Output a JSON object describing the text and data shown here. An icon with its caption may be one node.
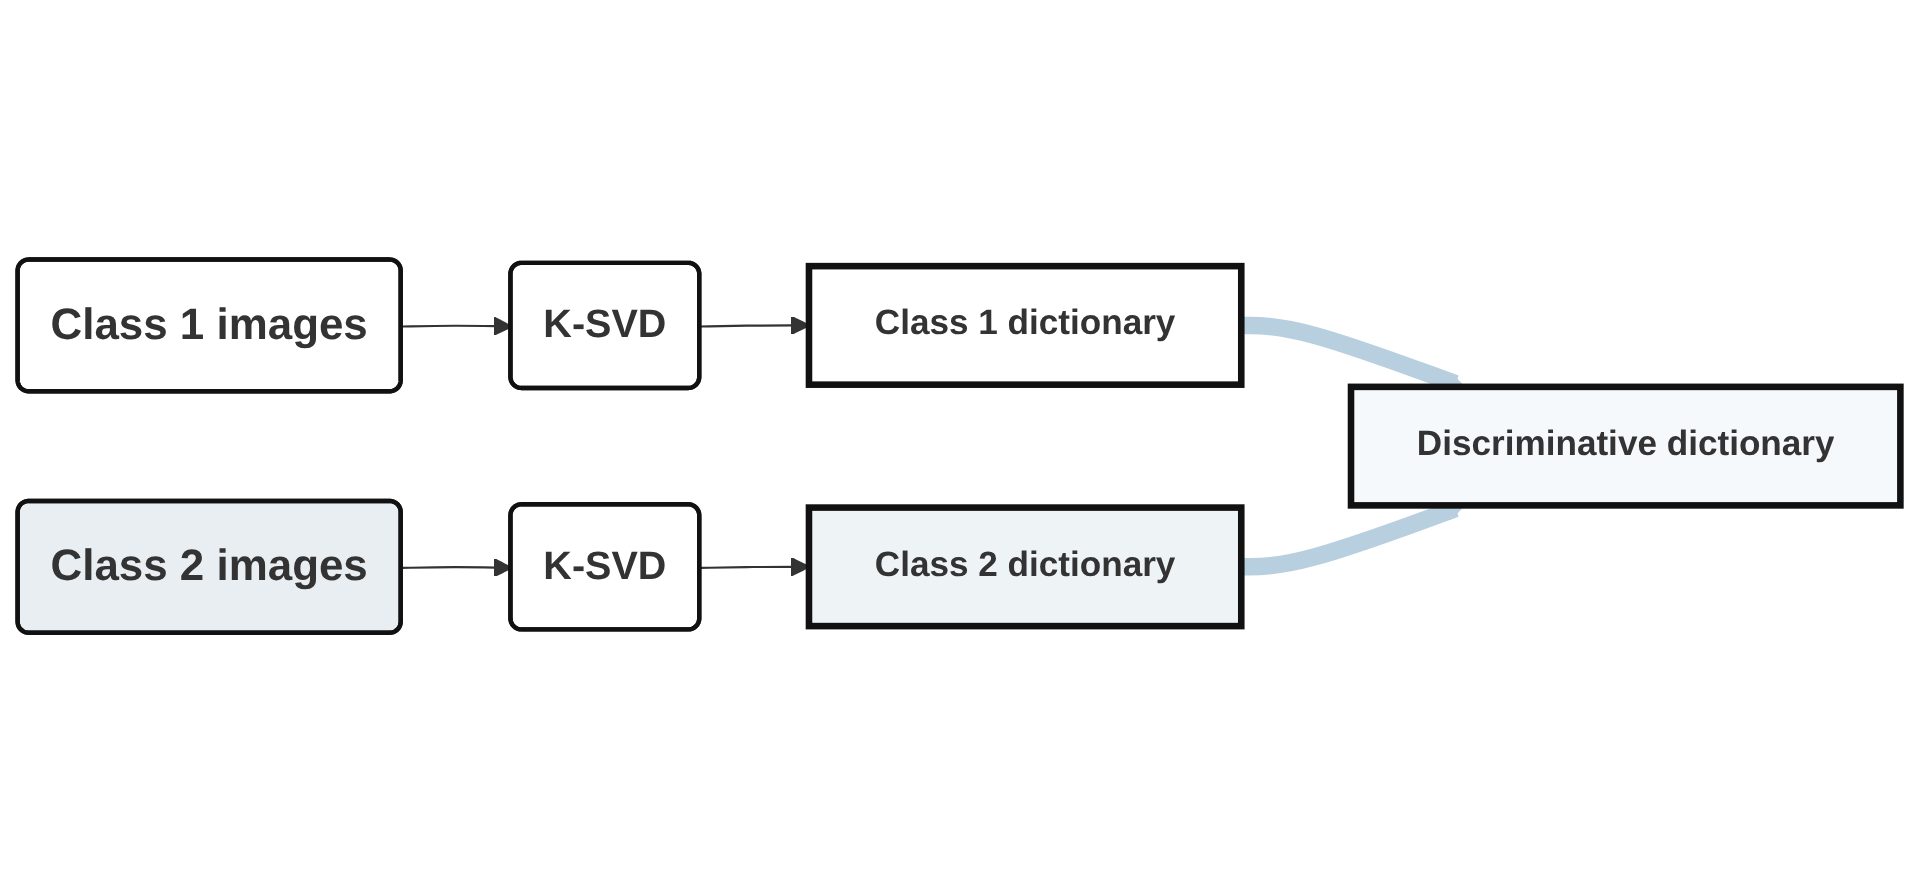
{
  "diagram": {
    "nodes": [
      {
        "text": [
          "Class 1 images"
        ]
      },
      {
        "text": [
          "K-SVD"
        ]
      },
      {
        "text": [
          "Class 1 dictionary"
        ]
      },
      {
        "text": [
          "Class 2 images"
        ]
      },
      {
        "text": [
          "K-SVD"
        ]
      },
      {
        "text": [
          "Class 2 dictionary"
        ]
      },
      {
        "text": [
          "Discriminative dictionary"
        ]
      }
    ],
    "edges": [
      {
        "from": 0,
        "to": 1,
        "arrow": "to"
      },
      {
        "from": 1,
        "to": 2,
        "arrow": "to"
      },
      {
        "from": 3,
        "to": 4,
        "arrow": "to"
      },
      {
        "from": 4,
        "to": 5,
        "arrow": "to"
      },
      {
        "from": 2,
        "to": 6,
        "arrow": "to",
        "style": "thick",
        "color": "#b8cfe0"
      },
      {
        "from": 5,
        "to": 6,
        "arrow": "to",
        "style": "thick",
        "color": "#b8cfe0"
      }
    ]
  }
}
